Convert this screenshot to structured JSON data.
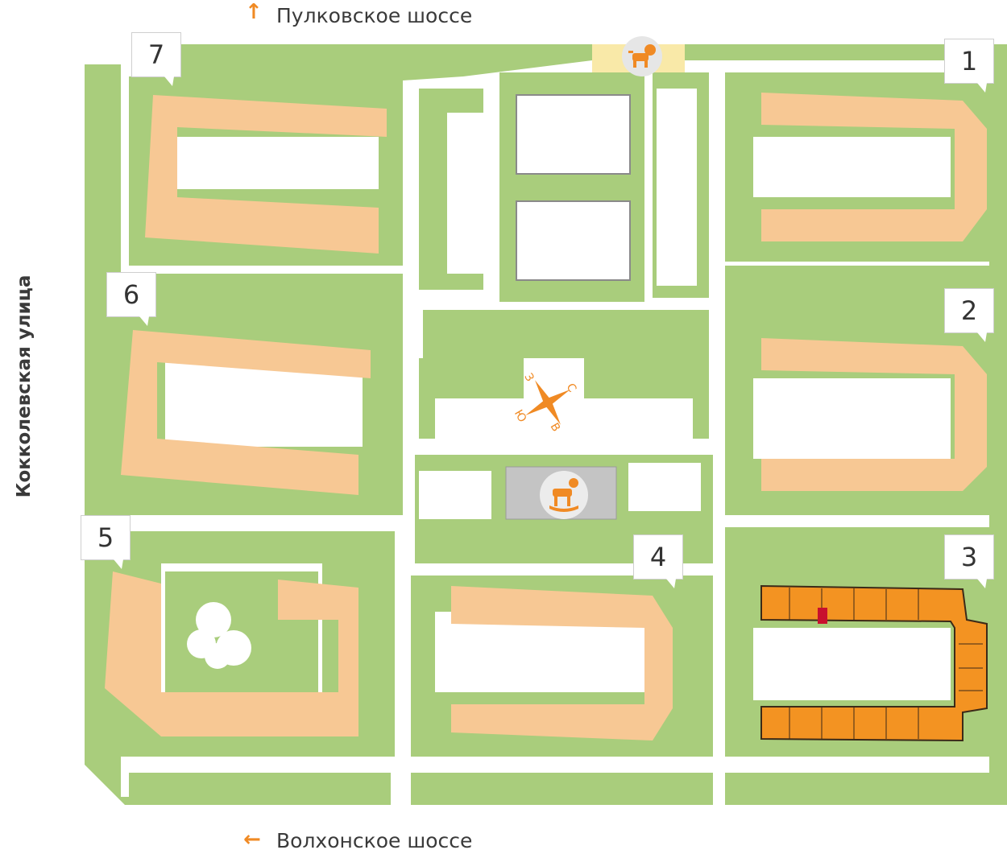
{
  "roads": {
    "north": "Пулковское шоссе",
    "south": "Волхонское шоссе",
    "west": "Кокколевская улица"
  },
  "compass": {
    "north": "С",
    "south": "Ю",
    "east": "В",
    "west": "З"
  },
  "buildings": [
    {
      "number": "1",
      "status": "available"
    },
    {
      "number": "2",
      "status": "available"
    },
    {
      "number": "3",
      "status": "selected"
    },
    {
      "number": "4",
      "status": "available"
    },
    {
      "number": "5",
      "status": "available"
    },
    {
      "number": "6",
      "status": "available"
    },
    {
      "number": "7",
      "status": "available"
    }
  ],
  "icons": {
    "dog_park": "dog-icon",
    "kindergarten": "rocking-horse-icon"
  },
  "colors": {
    "green": "#a9cd7c",
    "building": "#f7c894",
    "selected_building": "#f39322",
    "selected_apartment": "#c8102e",
    "accent": "#f08a24",
    "plaza": "#c4c4c4"
  }
}
